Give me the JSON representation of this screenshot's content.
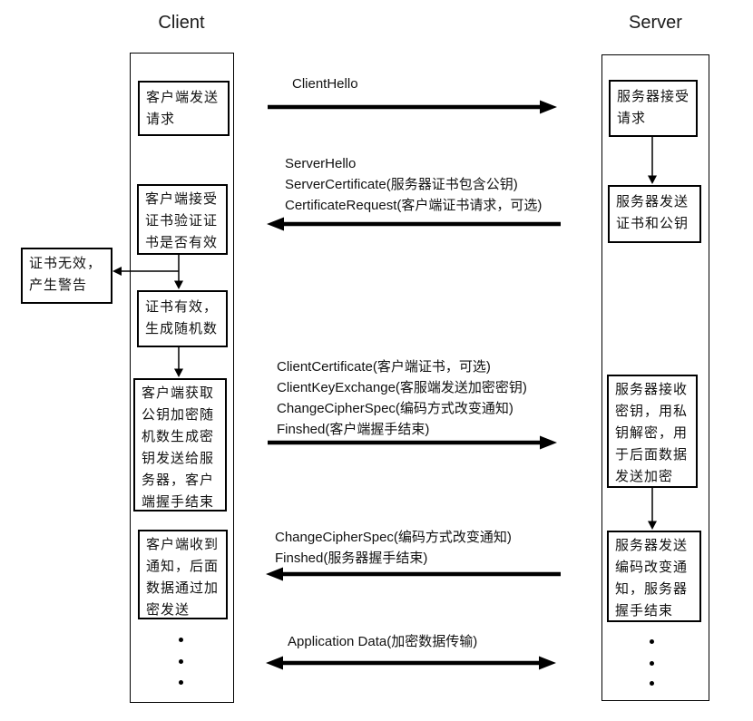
{
  "diagram": {
    "title": "TLS handshake sequence",
    "line_color": "#000000",
    "background": "#ffffff"
  },
  "actors": {
    "client": "Client",
    "server": "Server"
  },
  "client_column": {
    "boxes": [
      {
        "text": "客户端发送\n请求"
      },
      {
        "text": "客户端接受\n证书验证证\n书是否有效"
      },
      {
        "text": "证书有效，\n生成随机数"
      },
      {
        "text": "客户端获取\n公钥加密随\n机数生成密\n钥发送给服\n务器，客户\n端握手结束"
      },
      {
        "text": "客户端收到\n通知，后面\n数据通过加\n密发送"
      }
    ]
  },
  "server_column": {
    "boxes": [
      {
        "text": "服务器接受\n请求"
      },
      {
        "text": "服务器发送\n证书和公钥"
      },
      {
        "text": "服务器接收\n密钥，用私\n钥解密，用\n于后面数据\n发送加密"
      },
      {
        "text": "服务器发送\n编码改变通\n知，服务器\n握手结束"
      }
    ]
  },
  "warning_box": {
    "text": "证书无效，\n产生警告"
  },
  "messages": [
    {
      "name": "client-hello",
      "direction": "right",
      "lines": [
        "ClientHello"
      ]
    },
    {
      "name": "server-hello",
      "direction": "left",
      "lines": [
        "ServerHello",
        "ServerCertificate(服务器证书包含公钥)",
        "CertificateRequest(客户端证书请求，可选)"
      ]
    },
    {
      "name": "client-key-exchange",
      "direction": "right",
      "lines": [
        "ClientCertificate(客户端证书，可选)",
        "ClientKeyExchange(客服端发送加密密钥)",
        "ChangeCipherSpec(编码方式改变通知)",
        "Finshed(客户端握手结束)"
      ]
    },
    {
      "name": "server-finished",
      "direction": "left",
      "lines": [
        "ChangeCipherSpec(编码方式改变通知)",
        "Finshed(服务器握手结束)"
      ]
    },
    {
      "name": "application-data",
      "direction": "both",
      "lines": [
        "Application Data(加密数据传输)"
      ]
    }
  ]
}
